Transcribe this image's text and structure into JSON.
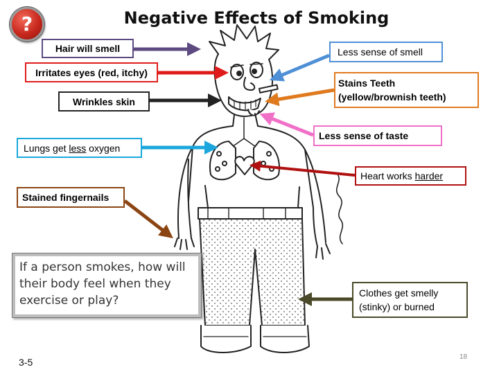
{
  "title": "Negative Effects of Smoking",
  "help_glyph": "?",
  "labels": {
    "hair": "Hair will smell",
    "eyes": "Irritates eyes (red, itchy)",
    "wrinkles": "Wrinkles skin",
    "lungs_pre": "Lungs get ",
    "lungs_em": "less",
    "lungs_post": " oxygen",
    "fingernails": "Stained fingernails",
    "smell": "Less sense of smell",
    "teeth_1": "Stains Teeth",
    "teeth_2": "(yellow/brownish teeth)",
    "taste": "Less sense of taste",
    "heart_pre": "Heart works ",
    "heart_em": "harder",
    "clothes_1": "Clothes get smelly",
    "clothes_2": "(stinky) or burned"
  },
  "question": "If a person smokes, how will their body feel when they exercise or play?",
  "slide_id": "3-5",
  "page_number": "18",
  "colors": {
    "hair": "#5c4a80",
    "eyes": "#e01b1b",
    "wrinkles": "#222222",
    "lungs": "#1aa7dd",
    "fingernails": "#8b4513",
    "smell": "#4f8fd6",
    "teeth": "#e07a1f",
    "taste": "#f070c8",
    "heart": "#b01010",
    "clothes": "#4a4a2a"
  }
}
